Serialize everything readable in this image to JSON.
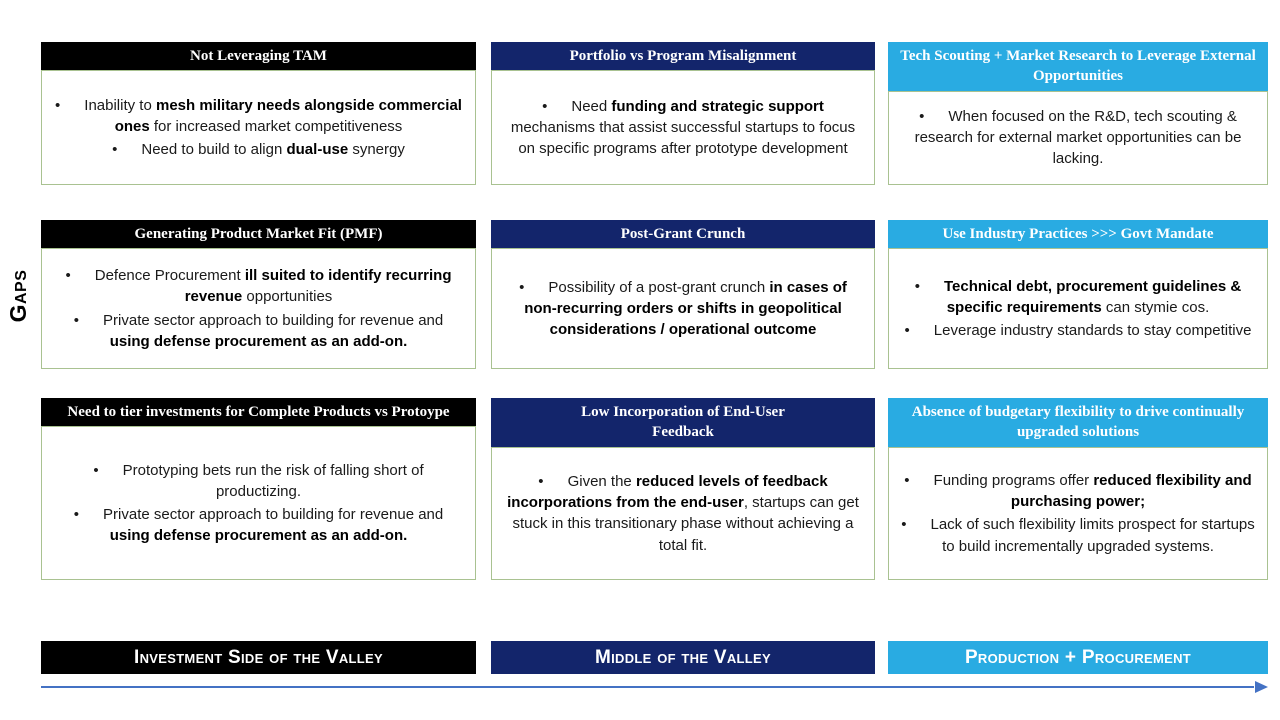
{
  "colors": {
    "header_black": "#000000",
    "header_navy": "#13256B",
    "header_cyan": "#29ABE2",
    "header_text": "#FFFFFF",
    "body_border": "#A9C291",
    "body_text": "#1A1A1A",
    "arrow": "#4472C4"
  },
  "slide": {
    "gaps_label": "Gaps",
    "cards": [
      {
        "title": "Not Leveraging TAM",
        "theme": "black",
        "bullets": [
          [
            {
              "t": "Inability to ",
              "b": false
            },
            {
              "t": "mesh military needs alongside commercial ones",
              "b": true
            },
            {
              "t": " for increased market competitiveness",
              "b": false
            }
          ],
          [
            {
              "t": "Need to build to align ",
              "b": false
            },
            {
              "t": "dual-use",
              "b": true
            },
            {
              "t": " synergy",
              "b": false
            }
          ]
        ]
      },
      {
        "title": "Portfolio vs Program Misalignment",
        "theme": "navy",
        "bullets": [
          [
            {
              "t": "Need ",
              "b": false
            },
            {
              "t": "funding and strategic support",
              "b": true
            },
            {
              "t": " mechanisms that assist successful startups to focus on specific programs after prototype development",
              "b": false
            }
          ]
        ]
      },
      {
        "title": "Tech Scouting + Market Research to Leverage External Opportunities",
        "theme": "cyan",
        "bullets": [
          [
            {
              "t": "When focused on the R&D, tech scouting & research for external market opportunities can be lacking.",
              "b": false
            }
          ]
        ]
      },
      {
        "title": "Generating Product Market Fit (PMF)",
        "theme": "black",
        "bullets": [
          [
            {
              "t": "Defence Procurement ",
              "b": false
            },
            {
              "t": "ill suited to identify recurring revenue",
              "b": true
            },
            {
              "t": " opportunities",
              "b": false
            }
          ],
          [
            {
              "t": "Private sector approach to building for revenue and ",
              "b": false
            },
            {
              "t": "using defense procurement as an add-on.",
              "b": true
            }
          ]
        ]
      },
      {
        "title": "Post-Grant Crunch",
        "theme": "navy",
        "bullets": [
          [
            {
              "t": "Possibility of a post-grant crunch ",
              "b": false
            },
            {
              "t": "in cases of non-recurring orders or shifts in geopolitical considerations / operational outcome",
              "b": true
            }
          ]
        ]
      },
      {
        "title": "Use Industry Practices >>> Govt Mandate",
        "theme": "cyan",
        "bullets": [
          [
            {
              "t": "Technical debt, procurement guidelines & specific requirements",
              "b": true
            },
            {
              "t": " can stymie cos.",
              "b": false
            }
          ],
          [
            {
              "t": "Leverage industry standards to stay competitive",
              "b": false
            }
          ]
        ]
      },
      {
        "title": "Need to tier investments for Complete Products vs Protoype",
        "theme": "black",
        "bullets": [
          [
            {
              "t": "Prototyping bets run the risk of falling short of productizing.",
              "b": false
            }
          ],
          [
            {
              "t": "Private sector approach to building for revenue and ",
              "b": false
            },
            {
              "t": "using defense procurement as an add-on.",
              "b": true
            }
          ]
        ]
      },
      {
        "title": "Low Incorporation of End-User Feedback",
        "theme": "navy",
        "bullets": [
          [
            {
              "t": "Given the ",
              "b": false
            },
            {
              "t": "reduced levels of feedback incorporations from the end-user",
              "b": true
            },
            {
              "t": ", startups can get stuck in this transitionary phase without achieving a total fit.",
              "b": false
            }
          ]
        ]
      },
      {
        "title": "Absence of budgetary flexibility to drive continually upgraded solutions",
        "theme": "cyan",
        "bullets": [
          [
            {
              "t": "Funding programs offer ",
              "b": false
            },
            {
              "t": "reduced flexibility and purchasing power;",
              "b": true
            }
          ],
          [
            {
              "t": "Lack of such flexibility limits prospect for startups to build incrementally upgraded systems.",
              "b": false
            }
          ]
        ]
      }
    ],
    "stages": [
      {
        "label": "Investment Side of the Valley",
        "theme": "black"
      },
      {
        "label": "Middle of the Valley",
        "theme": "navy"
      },
      {
        "label": "Production + Procurement",
        "theme": "cyan"
      }
    ],
    "arrow": {
      "direction": "right"
    }
  }
}
